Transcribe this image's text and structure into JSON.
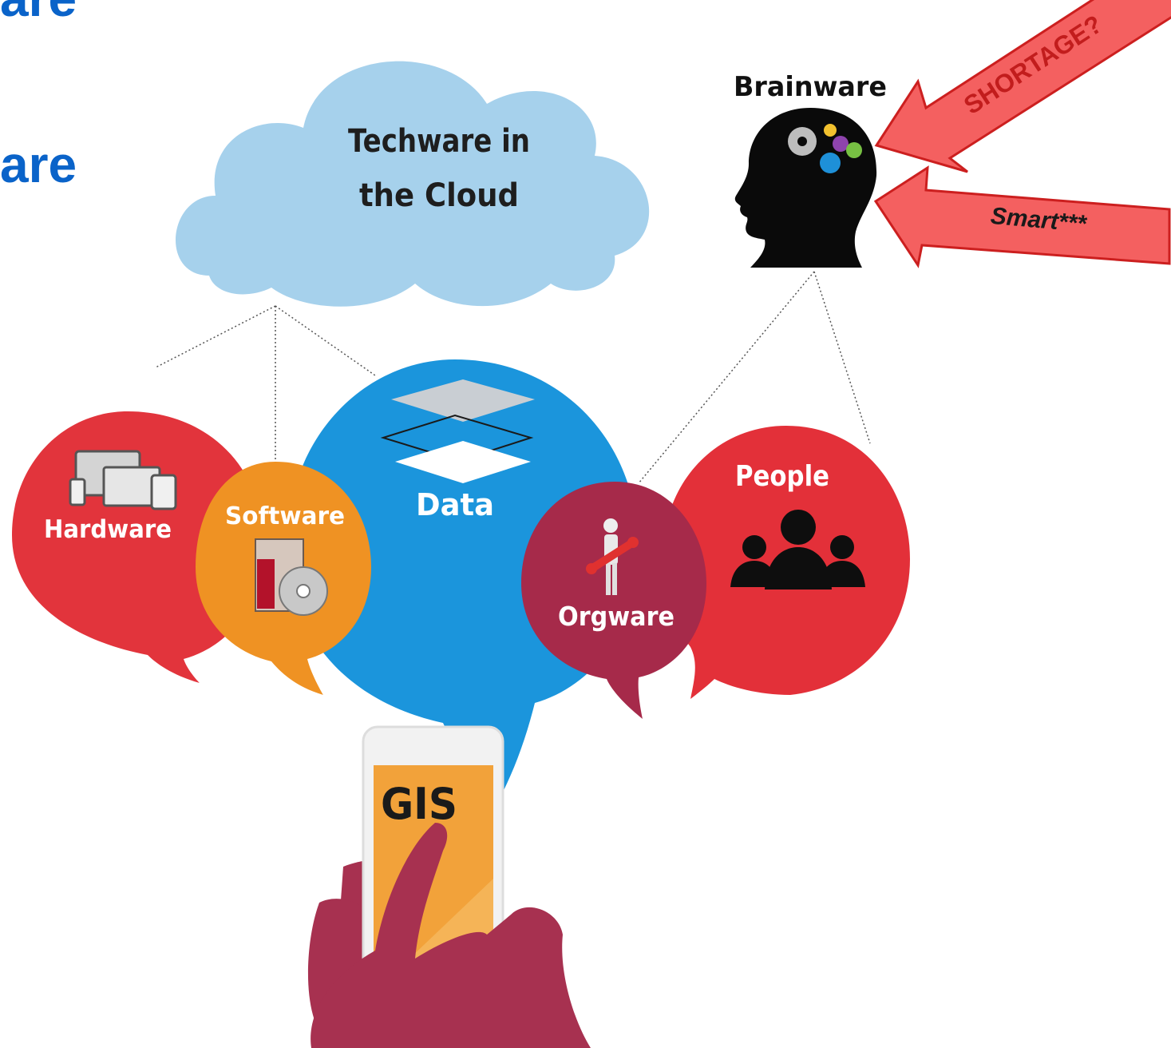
{
  "slide": {
    "title_fragment_1": "are",
    "title_fragment_2": "are"
  },
  "cloud": {
    "label_line1": "Techware in",
    "label_line2": "the Cloud"
  },
  "brainware": {
    "label": "Brainware"
  },
  "arrows": {
    "shortage": "SHORTAGE?",
    "smart": "Smart***"
  },
  "bubbles": {
    "hardware": "Hardware",
    "software": "Software",
    "data": "Data",
    "orgware": "Orgware",
    "people": "People"
  },
  "phone": {
    "screen_text": "GIS"
  },
  "colors": {
    "title_blue": "#0a63c9",
    "cloud": "#a6d1ec",
    "data_blue": "#1b95dc",
    "hardware_red": "#e2343c",
    "software_orange": "#ef9223",
    "orgware_maroon": "#a62a4a",
    "people_red": "#e33039",
    "arrow_red": "#f46060",
    "phone_orange": "#f2a23a",
    "hand_maroon": "#a73150"
  },
  "icons": [
    "devices-icon",
    "software-box-cd-icon",
    "layers-icon",
    "worker-wrench-icon",
    "people-group-icon",
    "head-gears-icon",
    "hand-phone-icon"
  ]
}
